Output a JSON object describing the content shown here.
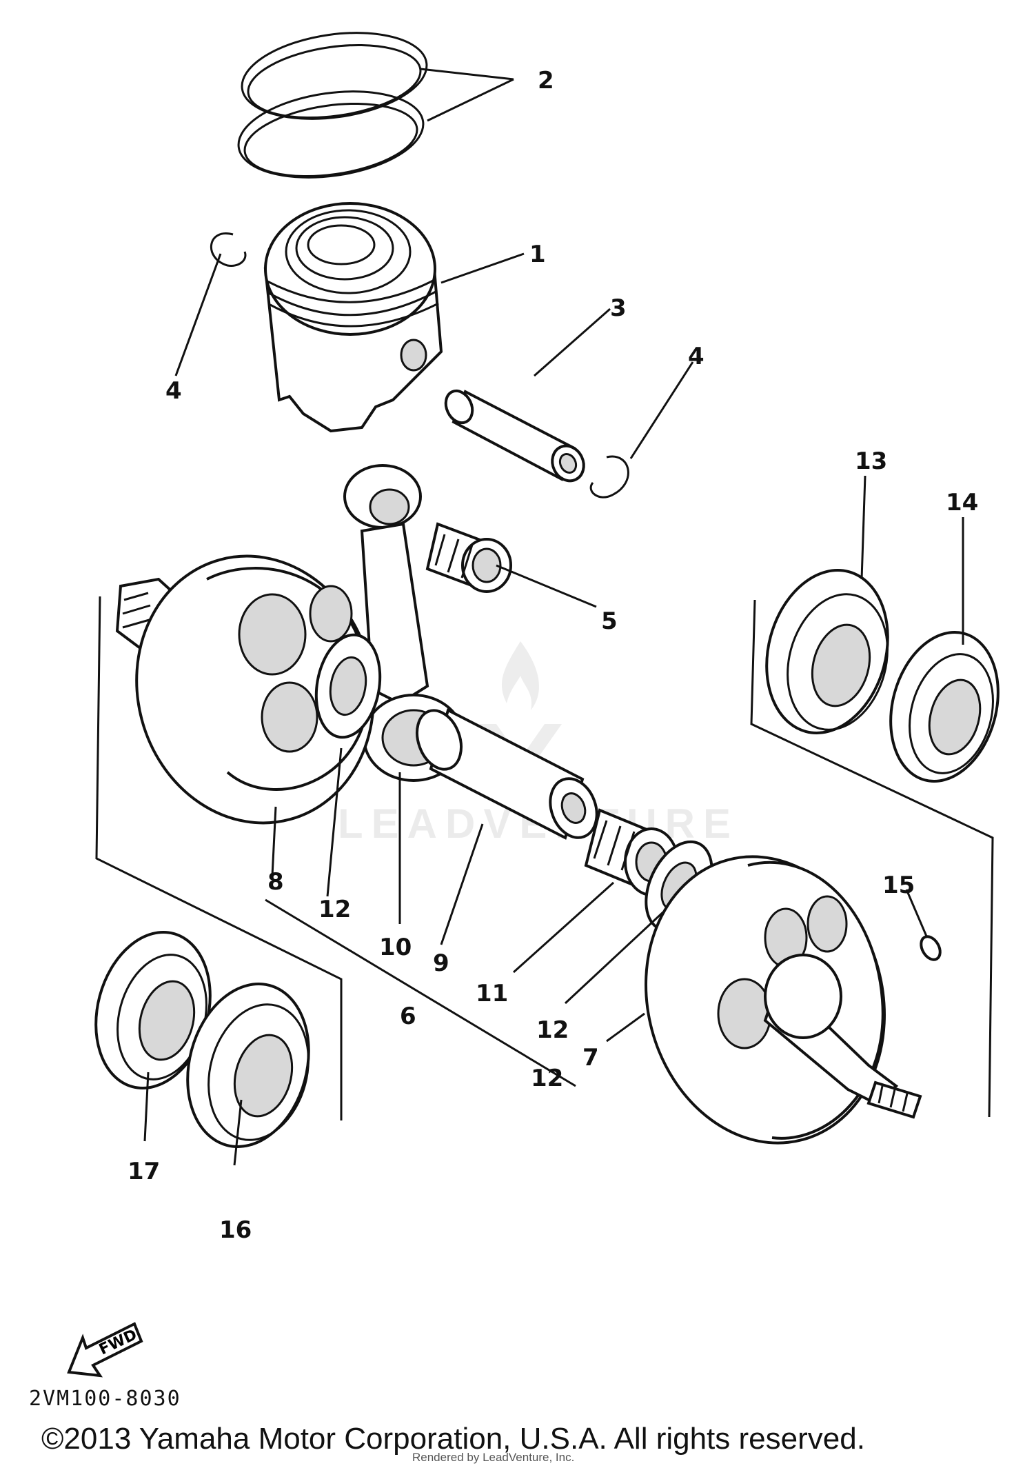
{
  "diagram": {
    "drawing_code": "2VM100-8030",
    "fwd_label": "FWD",
    "callouts": {
      "c1": "1",
      "c2": "2",
      "c3": "3",
      "c4a": "4",
      "c4b": "4",
      "c5": "5",
      "c6": "6",
      "c7": "7",
      "c8": "8",
      "c9": "9",
      "c10": "10",
      "c11": "11",
      "c12a": "12",
      "c12b": "12",
      "c12c": "12",
      "c13": "13",
      "c14": "14",
      "c15": "15",
      "c16": "16",
      "c17": "17"
    },
    "watermark": "LEADVENTURE",
    "copyright": "©2013 Yamaha Motor Corporation, U.S.A. All rights reserved.",
    "rendered_by": "Rendered by LeadVenture, Inc."
  }
}
